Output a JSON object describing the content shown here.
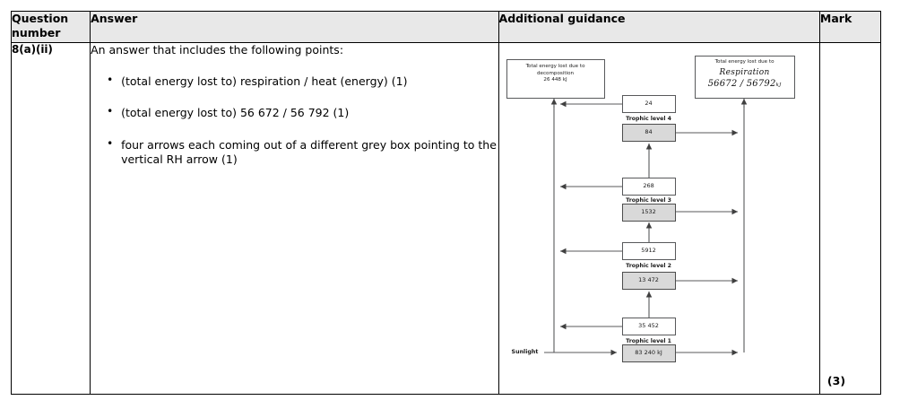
{
  "table": {
    "headers": {
      "question_number": "Question number",
      "answer": "Answer",
      "additional_guidance": "Additional guidance",
      "mark": "Mark"
    },
    "row": {
      "question_number": "8(a)(ii)",
      "answer_intro": "An answer that includes the following points:",
      "answer_points": [
        "(total energy lost to) respiration / heat (energy)  (1)",
        "(total energy lost to)  56 672 / 56 792 (1)",
        "four arrows each coming out of a different grey box pointing to the vertical RH arrow  (1)"
      ],
      "mark": "(3)"
    }
  },
  "diagram": {
    "title": "energy-flow-diagram",
    "decomposition_box": {
      "line1": "Total energy lost due to",
      "line2": "decomposition",
      "line3": "26 448 kJ"
    },
    "respiration_box": {
      "printed_line": "Total energy lost due to",
      "handwritten_word": "Respiration",
      "handwritten_numbers": "56672 / 56792",
      "handwritten_unit": "kJ"
    },
    "sunlight_label": "Sunlight",
    "trophic_levels": [
      {
        "label": "Trophic level 4",
        "loss_value": "24",
        "biomass_value": "84"
      },
      {
        "label": "Trophic level 3",
        "loss_value": "268",
        "biomass_value": "1532"
      },
      {
        "label": "Trophic level 2",
        "loss_value": "5912",
        "biomass_value": "13 472"
      },
      {
        "label": "Trophic level 1",
        "loss_value": "35 452",
        "biomass_value": "83 240 kJ"
      }
    ],
    "colors": {
      "grey_box_fill": "#d9d9d9",
      "box_stroke": "#58595b",
      "arrow_stroke": "#58595b",
      "header_fill": "#e8e8e8"
    }
  }
}
